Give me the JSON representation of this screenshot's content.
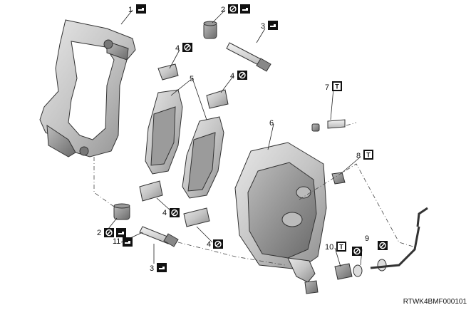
{
  "callouts": [
    {
      "number": "1",
      "icons": [
        "grease-icon"
      ]
    },
    {
      "number": "2",
      "icons": [
        "no-reuse-icon",
        "grease-icon"
      ]
    },
    {
      "number": "3",
      "icons": [
        "grease-icon"
      ]
    },
    {
      "number": "4",
      "icons": [
        "no-reuse-icon"
      ]
    },
    {
      "number": "5",
      "icons": []
    },
    {
      "number": "6",
      "icons": []
    },
    {
      "number": "7",
      "icons": [
        "torque-icon"
      ]
    },
    {
      "number": "8",
      "icons": [
        "torque-icon"
      ]
    },
    {
      "number": "9",
      "icons": [
        "no-reuse-icon"
      ]
    },
    {
      "number": "10",
      "icons": [
        "torque-icon"
      ]
    },
    {
      "number": "11",
      "icons": [
        "grease-icon"
      ]
    }
  ],
  "reference_code": "RTWK4BMF000101"
}
